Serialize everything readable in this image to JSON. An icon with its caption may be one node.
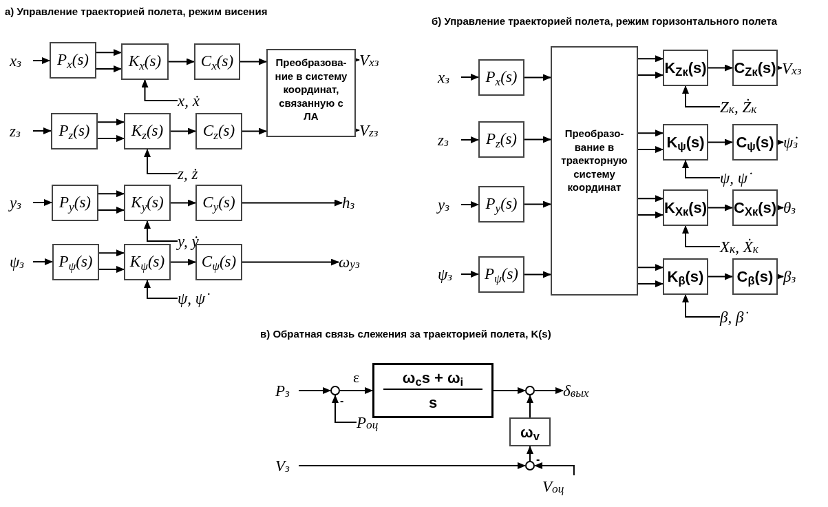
{
  "diagram": {
    "nodes": [
      {
        "text": [
          "x$_{з}$"
        ]
      },
      {
        "text": [
          "P$_{x}$(s)"
        ]
      },
      {
        "text": [
          "K$_{x}$(s)"
        ]
      },
      {
        "text": [
          "C$_{x}$(s)"
        ]
      },
      {
        "text": [
          "Преобразова-ние в систему координат, связанную с ЛА"
        ]
      },
      {
        "text": [
          "V$_{xз}$"
        ]
      },
      {
        "text": [
          "x, ẋ"
        ]
      },
      {
        "text": [
          "z$_{з}$"
        ]
      },
      {
        "text": [
          "P$_{z}$(s)"
        ]
      },
      {
        "text": [
          "K$_{z}$(s)"
        ]
      },
      {
        "text": [
          "C$_{z}$(s)"
        ]
      },
      {
        "text": [
          "V$_{zз}$"
        ]
      },
      {
        "text": [
          "z, ż"
        ]
      },
      {
        "text": [
          "y$_{з}$"
        ]
      },
      {
        "text": [
          "P$_{y}$(s)"
        ]
      },
      {
        "text": [
          "K$_{y}$(s)"
        ]
      },
      {
        "text": [
          "C$_{y}$(s)"
        ]
      },
      {
        "text": [
          "h$_{з}$"
        ]
      },
      {
        "text": [
          "y, ẏ"
        ]
      },
      {
        "text": [
          "ψ$_{з}$"
        ]
      },
      {
        "text": [
          "P$_{ψ}$(s)"
        ]
      },
      {
        "text": [
          "K$_{ψ}$(s)"
        ]
      },
      {
        "text": [
          "C$_{ψ}$(s)"
        ]
      },
      {
        "text": [
          "ω$_{yз}$"
        ]
      },
      {
        "text": [
          "ψ, ψ̇"
        ]
      },
      {
        "text": [
          "x$_{з}$"
        ]
      },
      {
        "text": [
          "P$_{x}$(s)"
        ]
      },
      {
        "text": [
          "z$_{з}$"
        ]
      },
      {
        "text": [
          "P$_{z}$(s)"
        ]
      },
      {
        "text": [
          "y$_{з}$"
        ]
      },
      {
        "text": [
          "P$_{y}$(s)"
        ]
      },
      {
        "text": [
          "ψ$_{з}$"
        ]
      },
      {
        "text": [
          "P$_{ψ}$(s)"
        ]
      },
      {
        "text": [
          "Преобразо-вание в траекторную систему координат"
        ]
      },
      {
        "text": [
          "K$_{Zк}$(s)"
        ]
      },
      {
        "text": [
          "C$_{Zк}$(s)"
        ]
      },
      {
        "text": [
          "V$_{xз}$"
        ]
      },
      {
        "text": [
          "Z$_{к}$, Ż$_{к}$"
        ]
      },
      {
        "text": [
          "K$_{ψ}$(s)"
        ]
      },
      {
        "text": [
          "C$_{ψ}$(s)"
        ]
      },
      {
        "text": [
          "ψ̇$_{з}$"
        ]
      },
      {
        "text": [
          "ψ, ψ̇"
        ]
      },
      {
        "text": [
          "K$_{Xк}$(s)"
        ]
      },
      {
        "text": [
          "C$_{Xк}$(s)"
        ]
      },
      {
        "text": [
          "θ$_{з}$"
        ]
      },
      {
        "text": [
          "X$_{к}$, Ẋ$_{к}$"
        ]
      },
      {
        "text": [
          "K$_{β}$(s)"
        ]
      },
      {
        "text": [
          "C$_{β}$(s)"
        ]
      },
      {
        "text": [
          "β$_{з}$"
        ]
      },
      {
        "text": [
          "β, β̇"
        ]
      },
      {
        "text": [
          "P$_{з}$"
        ]
      },
      {
        "text": [],
        "shape": "circle",
        "beside": [
          "-"
        ]
      },
      {
        "text": [
          "ω$_{c}$s + ω$_{i}$",
          "s"
        ]
      },
      {
        "text": [],
        "shape": "circle"
      },
      {
        "text": [
          "δ$_{вых}$"
        ]
      },
      {
        "text": [
          "P$_{оц}$"
        ]
      },
      {
        "text": [
          "ω$_{v}$"
        ]
      },
      {
        "text": [
          "V$_{з}$"
        ]
      },
      {
        "text": [],
        "shape": "circle",
        "beside": [
          "-"
        ]
      },
      {
        "text": [
          "V$_{оц}$"
        ]
      }
    ],
    "edges": [
      {
        "from": 0,
        "to": 1,
        "arrow": "to"
      },
      {
        "from": 1,
        "to": 2,
        "arrow": "to"
      },
      {
        "from": 1,
        "to": 2,
        "arrow": "to"
      },
      {
        "from": 2,
        "to": 3,
        "arrow": "to"
      },
      {
        "from": 3,
        "to": 4,
        "arrow": "to"
      },
      {
        "from": 4,
        "to": 5,
        "arrow": "to"
      },
      {
        "from": 6,
        "to": 2,
        "arrow": "to"
      },
      {
        "from": 7,
        "to": 8,
        "arrow": "to"
      },
      {
        "from": 8,
        "to": 9,
        "arrow": "to"
      },
      {
        "from": 8,
        "to": 9,
        "arrow": "to"
      },
      {
        "from": 9,
        "to": 10,
        "arrow": "to"
      },
      {
        "from": 10,
        "to": 4,
        "arrow": "to"
      },
      {
        "from": 4,
        "to": 11,
        "arrow": "to"
      },
      {
        "from": 12,
        "to": 9,
        "arrow": "to"
      },
      {
        "from": 13,
        "to": 14,
        "arrow": "to"
      },
      {
        "from": 14,
        "to": 15,
        "arrow": "to"
      },
      {
        "from": 14,
        "to": 15,
        "arrow": "to"
      },
      {
        "from": 15,
        "to": 16,
        "arrow": "to"
      },
      {
        "from": 16,
        "to": 17,
        "arrow": "to"
      },
      {
        "from": 18,
        "to": 15,
        "arrow": "to"
      },
      {
        "from": 19,
        "to": 20,
        "arrow": "to"
      },
      {
        "from": 20,
        "to": 21,
        "arrow": "to"
      },
      {
        "from": 20,
        "to": 21,
        "arrow": "to"
      },
      {
        "from": 21,
        "to": 22,
        "arrow": "to"
      },
      {
        "from": 22,
        "to": 23,
        "arrow": "to"
      },
      {
        "from": 24,
        "to": 21,
        "arrow": "to"
      },
      {
        "from": 25,
        "to": 26,
        "arrow": "to"
      },
      {
        "from": 26,
        "to": 33,
        "arrow": "to"
      },
      {
        "from": 27,
        "to": 28,
        "arrow": "to"
      },
      {
        "from": 28,
        "to": 33,
        "arrow": "to"
      },
      {
        "from": 29,
        "to": 30,
        "arrow": "to"
      },
      {
        "from": 30,
        "to": 33,
        "arrow": "to"
      },
      {
        "from": 31,
        "to": 32,
        "arrow": "to"
      },
      {
        "from": 32,
        "to": 33,
        "arrow": "to"
      },
      {
        "from": 33,
        "to": 34,
        "arrow": "to"
      },
      {
        "from": 33,
        "to": 34,
        "arrow": "to"
      },
      {
        "from": 34,
        "to": 35,
        "arrow": "to"
      },
      {
        "from": 35,
        "to": 36,
        "arrow": "to"
      },
      {
        "from": 37,
        "to": 34,
        "arrow": "to"
      },
      {
        "from": 33,
        "to": 38,
        "arrow": "to"
      },
      {
        "from": 33,
        "to": 38,
        "arrow": "to"
      },
      {
        "from": 38,
        "to": 39,
        "arrow": "to"
      },
      {
        "from": 39,
        "to": 40,
        "arrow": "to"
      },
      {
        "from": 41,
        "to": 38,
        "arrow": "to"
      },
      {
        "from": 33,
        "to": 42,
        "arrow": "to"
      },
      {
        "from": 33,
        "to": 42,
        "arrow": "to"
      },
      {
        "from": 42,
        "to": 43,
        "arrow": "to"
      },
      {
        "from": 43,
        "to": 44,
        "arrow": "to"
      },
      {
        "from": 45,
        "to": 42,
        "arrow": "to"
      },
      {
        "from": 33,
        "to": 46,
        "arrow": "to"
      },
      {
        "from": 33,
        "to": 46,
        "arrow": "to"
      },
      {
        "from": 46,
        "to": 47,
        "arrow": "to"
      },
      {
        "from": 47,
        "to": 48,
        "arrow": "to"
      },
      {
        "from": 49,
        "to": 46,
        "arrow": "to"
      },
      {
        "from": 50,
        "to": 51,
        "arrow": "to"
      },
      {
        "from": 51,
        "to": 52,
        "arrow": "to",
        "label": "ε"
      },
      {
        "from": 52,
        "to": 53,
        "arrow": "to"
      },
      {
        "from": 53,
        "to": 54,
        "arrow": "to"
      },
      {
        "from": 55,
        "to": 51,
        "arrow": "to"
      },
      {
        "from": 56,
        "to": 53,
        "arrow": "to"
      },
      {
        "from": 58,
        "to": 56,
        "arrow": "to"
      },
      {
        "from": 57,
        "to": 58,
        "arrow": "to"
      },
      {
        "from": 59,
        "to": 58,
        "arrow": "to"
      }
    ],
    "labels": [
      "а) Управление траекторией полета, режим висения",
      "б)  Управление траекторией полета, режим горизонтального полета",
      "в) Обратная связь слежения за траекторией полета, K(s)"
    ]
  }
}
